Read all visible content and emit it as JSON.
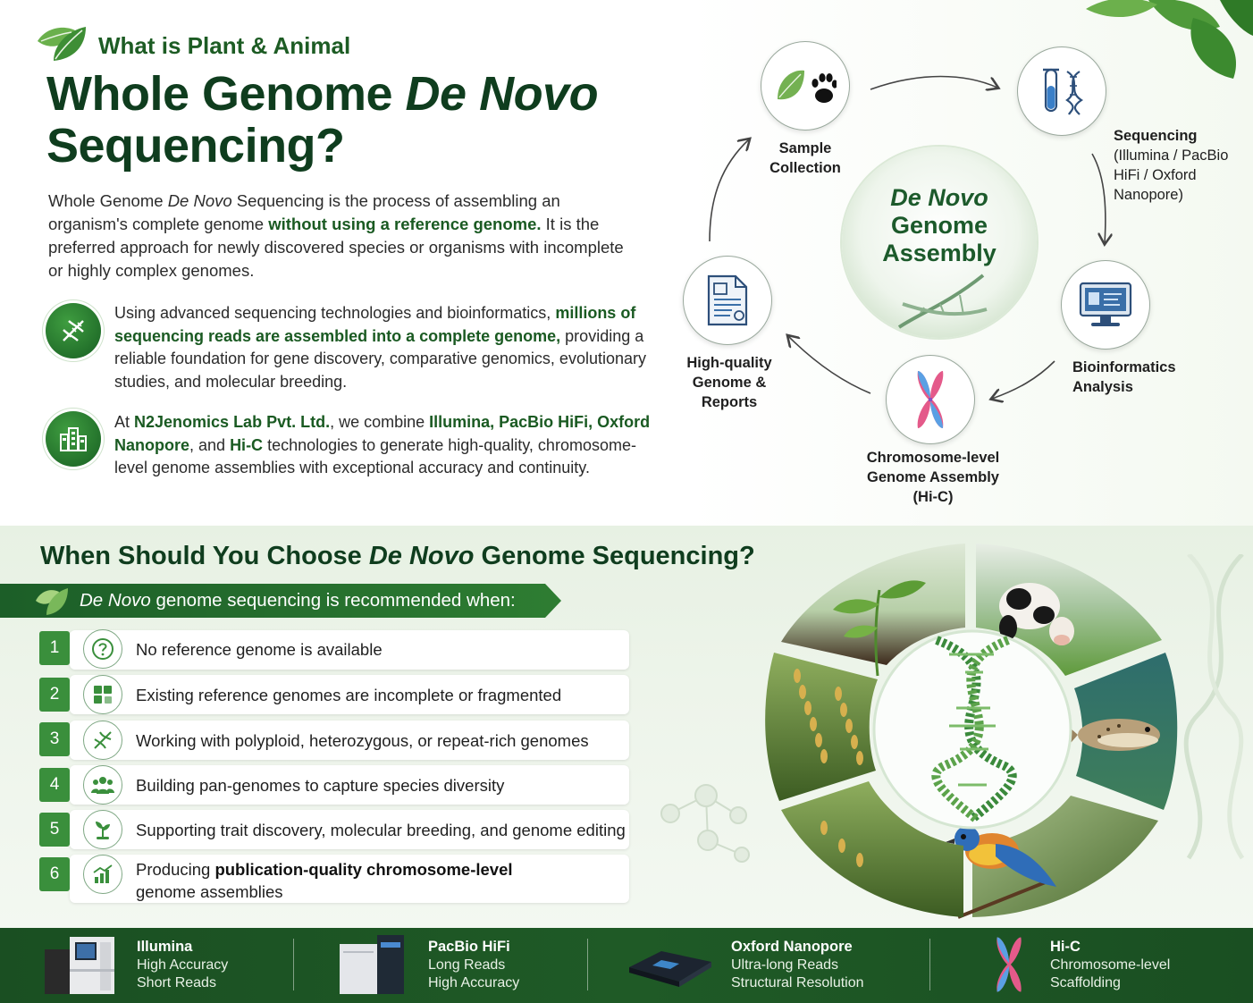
{
  "header": {
    "kicker": "What is Plant & Animal",
    "title_line1_plain": "Whole Genome ",
    "title_line1_italic": "De Novo",
    "title_line2": "Sequencing?"
  },
  "intro": {
    "part1": "Whole Genome ",
    "part1_italic": "De Novo",
    "part2": " Sequencing is the process of assembling an organism's complete genome ",
    "bold": "without using a reference genome.",
    "part3": " It is the preferred approach for newly discovered species or organisms with incomplete or highly complex genomes."
  },
  "para1": {
    "part1": "Using advanced sequencing technologies and bioinformatics, ",
    "bold": "millions of sequencing reads are assembled into a complete genome,",
    "part2": " providing a reliable foundation for gene discovery, comparative genomics, evolutionary studies, and molecular breeding."
  },
  "para2": {
    "part1": "At ",
    "bold1": "N2Jenomics Lab Pvt. Ltd.",
    "part2": ", we combine ",
    "bold2": "Illumina, PacBio HiFi, Oxford Nanopore",
    "part3": ", and ",
    "bold3": "Hi-C",
    "part4": " technologies to generate high-quality, chromosome-level genome assemblies with exceptional accuracy and continuity."
  },
  "cycle": {
    "center_italic": "De Novo",
    "center_line2": "Genome",
    "center_line3": "Assembly",
    "sample": [
      "Sample",
      "Collection"
    ],
    "sequencing": [
      "Sequencing",
      "(Illumina / PacBio",
      "HiFi / Oxford",
      "Nanopore)"
    ],
    "bioinfo": [
      "Bioinformatics",
      "Analysis"
    ],
    "chromosome": [
      "Chromosome-level",
      "Genome Assembly",
      "(Hi-C)"
    ],
    "reports": [
      "High-quality",
      "Genome &",
      "Reports"
    ]
  },
  "when": {
    "title_part1": "When Should You Choose ",
    "title_italic": "De Novo",
    "title_part2": " Genome Sequencing?",
    "ribbon_italic": "De Novo",
    "ribbon_rest": " genome sequencing is recommended when:",
    "items": [
      {
        "num": "1",
        "text": "No reference genome is available"
      },
      {
        "num": "2",
        "text": "Existing reference genomes are incomplete or fragmented"
      },
      {
        "num": "3",
        "text": "Working with polyploid, heterozygous, or repeat-rich genomes"
      },
      {
        "num": "4",
        "text": "Building pan-genomes to capture species diversity"
      },
      {
        "num": "5",
        "text": "Supporting trait discovery, molecular breeding, and genome editing"
      },
      {
        "num": "6",
        "text_pre": "Producing ",
        "text_bold": "publication-quality chromosome-level",
        "text_post": "genome assemblies"
      }
    ]
  },
  "footer": {
    "illumina": {
      "name": "Illumina",
      "line1": "High Accuracy",
      "line2": "Short Reads"
    },
    "pacbio": {
      "name": "PacBio HiFi",
      "line1": "Long Reads",
      "line2": "High Accuracy"
    },
    "nanopore": {
      "name": "Oxford Nanopore",
      "line1": "Ultra-long Reads",
      "line2": "Structural Resolution"
    },
    "hic": {
      "name": "Hi-C",
      "line1": "Chromosome-level",
      "line2": "Scaffolding"
    }
  },
  "colors": {
    "brand_dark": "#0f3d1e",
    "brand": "#1d5c24",
    "accent": "#3a8f3c"
  }
}
